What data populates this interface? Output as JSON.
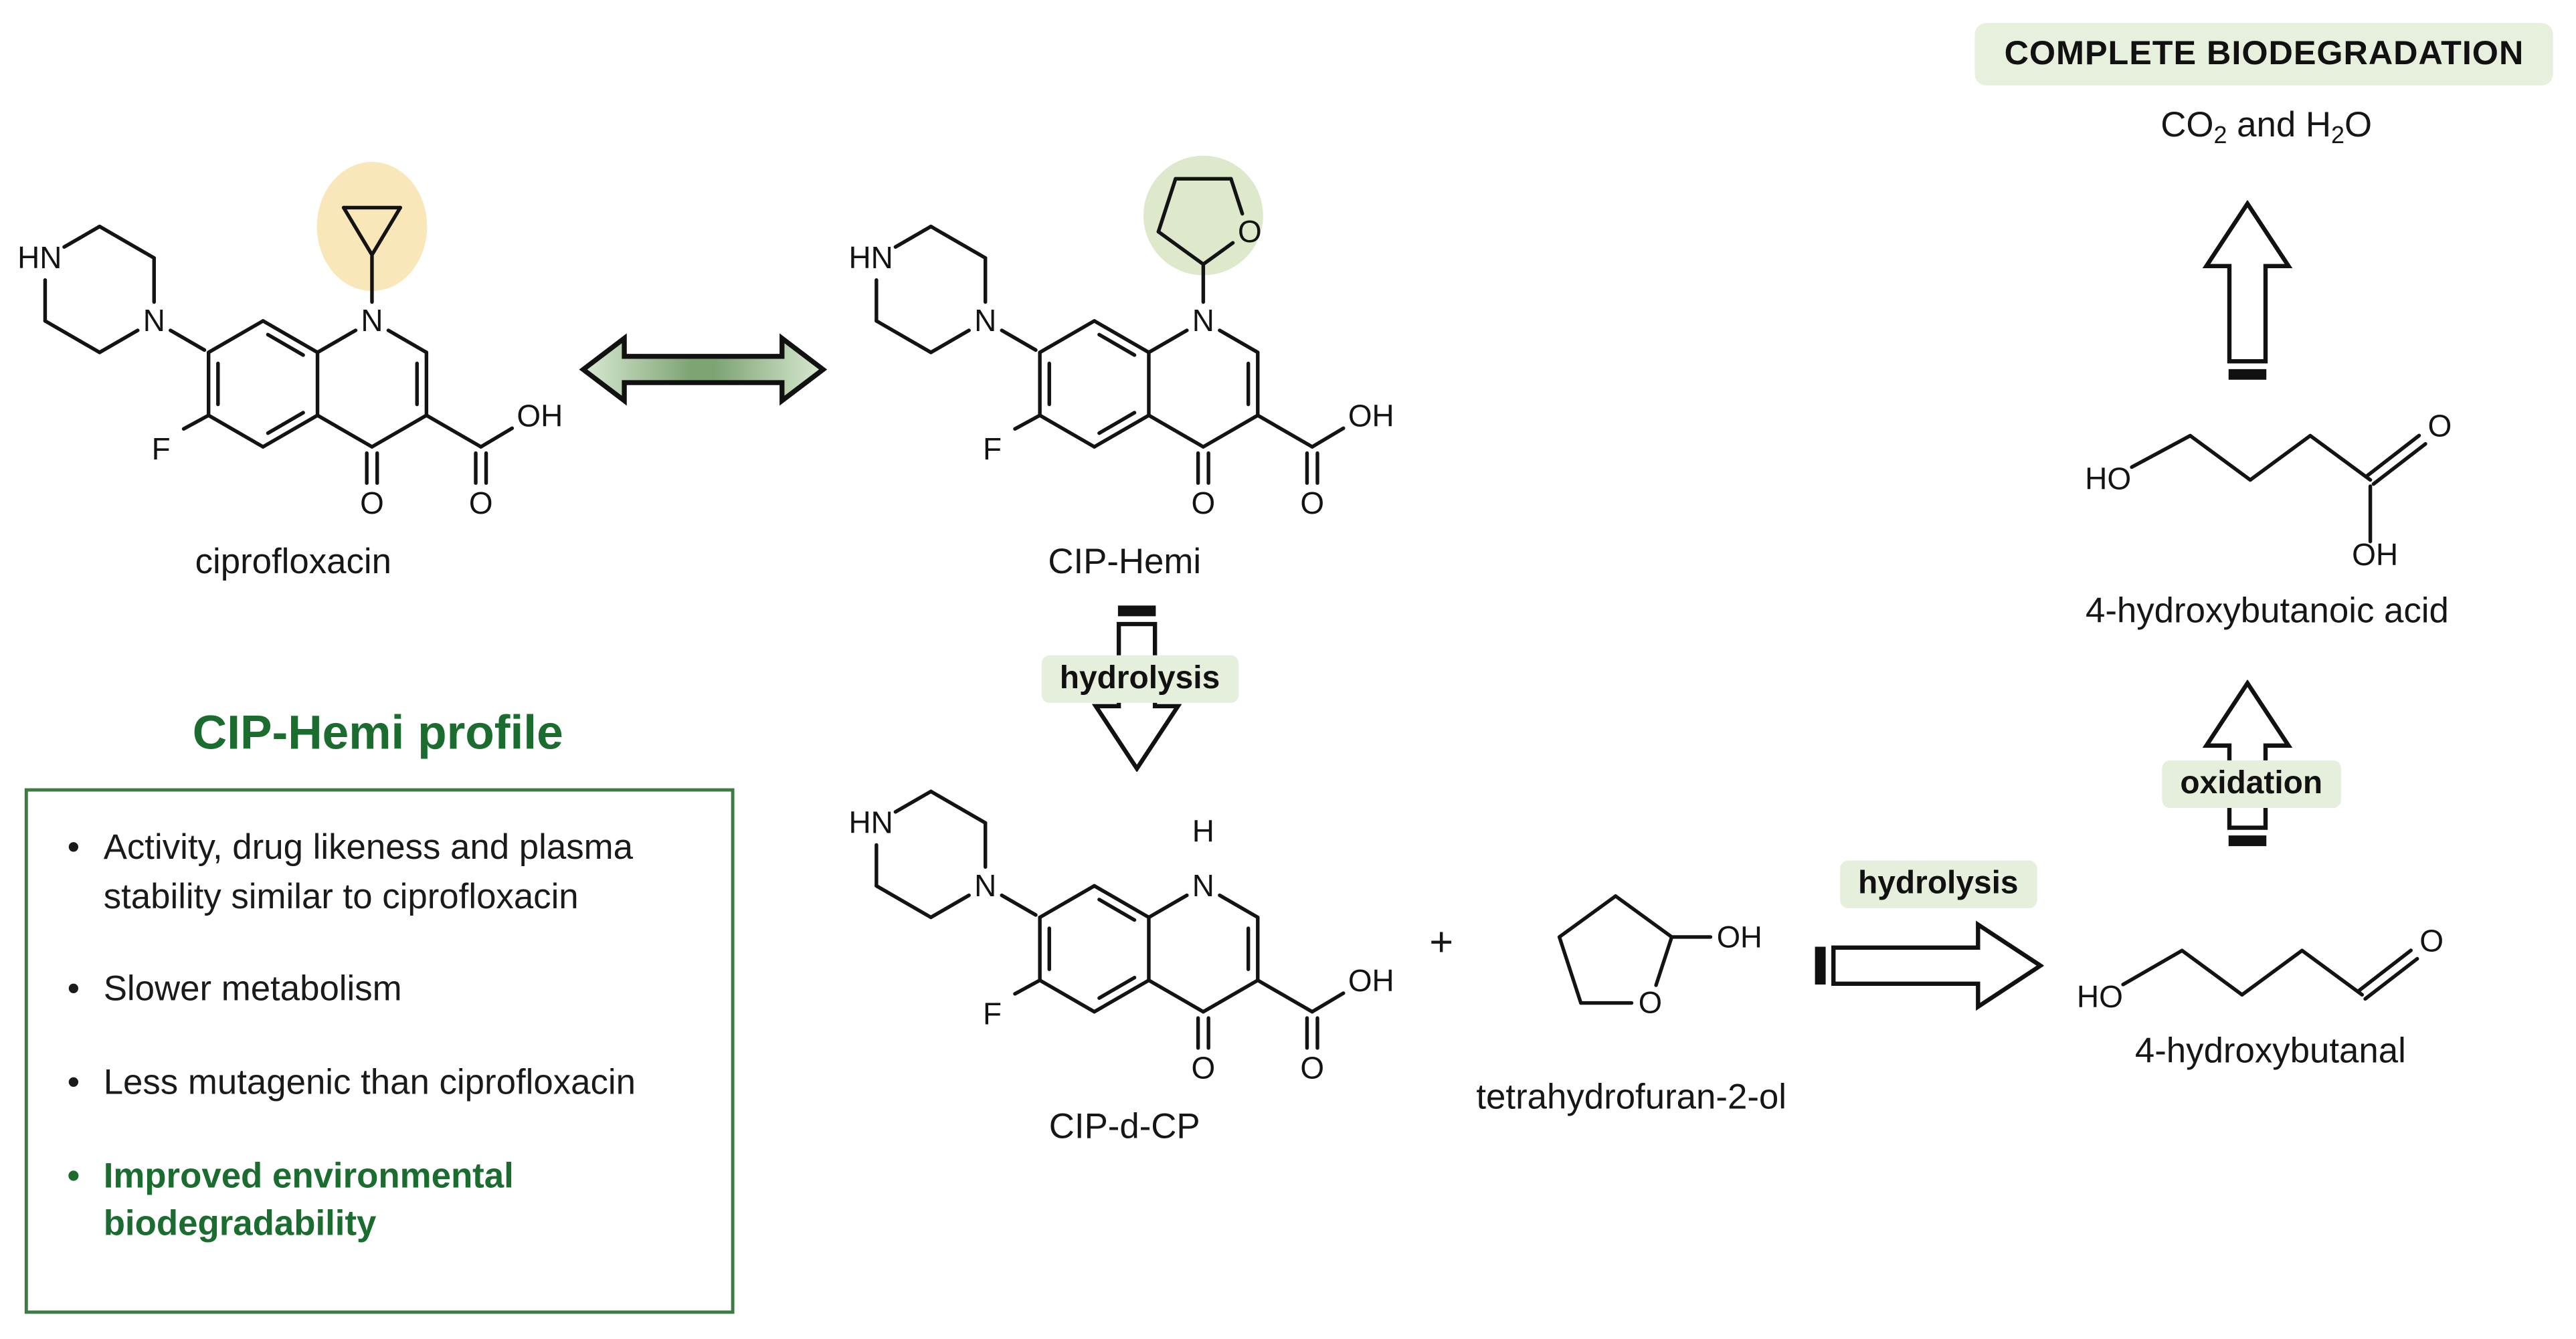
{
  "banner": {
    "text": "COMPLETE BIODEGRADATION"
  },
  "products": {
    "co2_pre": "CO",
    "co2_sub": "2",
    "mid": " and H",
    "h2o_sub": "2",
    "h2o_post": "O"
  },
  "labels": {
    "ciprofloxacin": "ciprofloxacin",
    "cip_hemi": "CIP-Hemi",
    "cip_d_cp": "CIP-d-CP",
    "thf_ol": "tetrahydrofuran-2-ol",
    "butanal": "4-hydroxybutanal",
    "butanoic": "4-hydroxybutanoic acid"
  },
  "reactions": {
    "hydrolysis_1": "hydrolysis",
    "hydrolysis_2": "hydrolysis",
    "oxidation": "oxidation",
    "plus": "+"
  },
  "atoms": {
    "cipro": {
      "hn": "HN",
      "n_pip": "N",
      "n1": "N",
      "f": "F",
      "o4": "O",
      "o_acid": "O",
      "oh": "OH"
    },
    "hemi": {
      "hn": "HN",
      "n_pip": "N",
      "n1": "N",
      "f": "F",
      "o4": "O",
      "o_acid": "O",
      "oh": "OH",
      "o_thf": "O"
    },
    "dcp": {
      "hn": "HN",
      "n_pip": "N",
      "n1": "N",
      "h1": "H",
      "f": "F",
      "o4": "O",
      "o_acid": "O",
      "oh": "OH"
    },
    "thf_ol": {
      "o": "O",
      "oh": "OH"
    },
    "butanal": {
      "ho": "HO",
      "o": "O"
    },
    "butanoic": {
      "ho": "HO",
      "o": "O",
      "oh": "OH"
    }
  },
  "profile": {
    "title": "CIP-Hemi profile",
    "bullets": [
      {
        "text": "Activity, drug likeness and plasma stability similar to ciprofloxacin",
        "emphasis": false
      },
      {
        "text": "Slower metabolism",
        "emphasis": false
      },
      {
        "text": "Less mutagenic than ciprofloxacin",
        "emphasis": false
      },
      {
        "text": "Improved environmental biodegradability",
        "emphasis": true
      }
    ]
  },
  "colors": {
    "accent_green": "#1a6c2f",
    "label_bg": "#e5efdb",
    "banner_bg": "#e7f0dd",
    "highlight_yellow": "#f9e7ba",
    "highlight_green": "#dde9ca",
    "box_border": "#3c7b42",
    "arrow_gradient_mid": "#7ea474",
    "arrow_gradient_edge": "#d9e9d2"
  }
}
